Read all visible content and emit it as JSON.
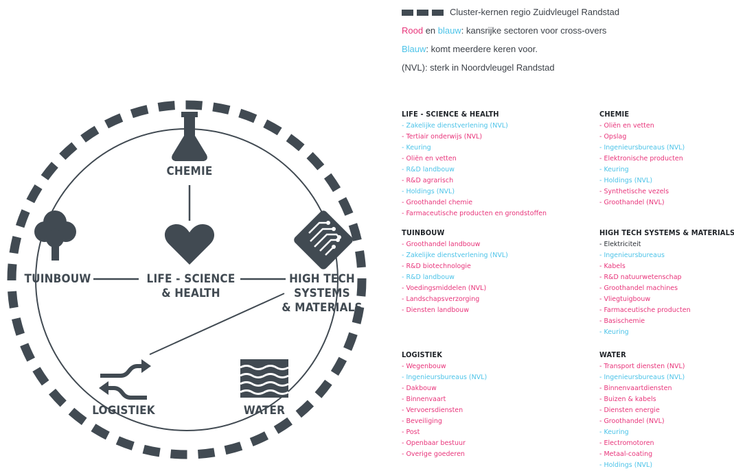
{
  "legend": {
    "dashes_label": "Cluster-kernen regio Zuidvleugel Randstad",
    "line2_red": "Rood",
    "line2_en": " en ",
    "line2_blue": "blauw",
    "line2_rest": ": kansrijke sectoren voor cross-overs",
    "line3_blue": "Blauw",
    "line3_rest": ": komt meerdere keren voor.",
    "line4": "(NVL): sterk in Noordvleugel Randstad"
  },
  "diagram": {
    "nodes": {
      "chemie": "CHEMIE",
      "tuinbouw": "TUINBOUW",
      "center_line1": "LIFE - SCIENCE",
      "center_line2": "& HEALTH",
      "hightech_line1": "HIGH TECH",
      "hightech_line2": "SYSTEMS",
      "hightech_line3": "& MATERIALS",
      "logistiek": "LOGISTIEK",
      "water": "WATER"
    },
    "icons": [
      "flask-icon",
      "heart-icon",
      "tree-icon",
      "circuit-icon",
      "arrows-icon",
      "waves-icon"
    ]
  },
  "colors": {
    "dark": "#414a52",
    "red": "#e8347a",
    "blue": "#4cc3e8"
  },
  "clusters": [
    {
      "key": "life",
      "title": "LIFE - SCIENCE & HEALTH",
      "items": [
        {
          "text": "- Zakelijke dienstverlening (NVL)",
          "color": "blue"
        },
        {
          "text": "- Tertiair onderwijs (NVL)",
          "color": "red"
        },
        {
          "text": "- Keuring",
          "color": "blue"
        },
        {
          "text": "- Oliën en vetten",
          "color": "red"
        },
        {
          "text": "- R&D landbouw",
          "color": "blue"
        },
        {
          "text": "- R&D agrarisch",
          "color": "red"
        },
        {
          "text": "- Holdings (NVL)",
          "color": "blue"
        },
        {
          "text": "- Groothandel chemie",
          "color": "red"
        },
        {
          "text": "- Farmaceutische producten en grondstoffen",
          "color": "red"
        }
      ]
    },
    {
      "key": "chemie",
      "title": "CHEMIE",
      "items": [
        {
          "text": "- Oliën en vetten",
          "color": "red"
        },
        {
          "text": "- Opslag",
          "color": "red"
        },
        {
          "text": "- Ingenieursbureaus (NVL)",
          "color": "blue"
        },
        {
          "text": "- Elektronische producten",
          "color": "red"
        },
        {
          "text": "- Keuring",
          "color": "blue"
        },
        {
          "text": "- Holdings (NVL)",
          "color": "blue"
        },
        {
          "text": "- Synthetische vezels",
          "color": "red"
        },
        {
          "text": "- Groothandel (NVL)",
          "color": "red"
        }
      ]
    },
    {
      "key": "tuinbouw",
      "title": "TUINBOUW",
      "items": [
        {
          "text": "- Groothandel landbouw",
          "color": "red"
        },
        {
          "text": "- Zakelijke dienstverlening (NVL)",
          "color": "blue"
        },
        {
          "text": "- R&D biotechnologie",
          "color": "red"
        },
        {
          "text": "- R&D landbouw",
          "color": "blue"
        },
        {
          "text": "- Voedingsmiddelen (NVL)",
          "color": "red"
        },
        {
          "text": "- Landschapsverzorging",
          "color": "red"
        },
        {
          "text": "- Diensten landbouw",
          "color": "red"
        }
      ]
    },
    {
      "key": "hightech",
      "title": "HIGH TECH SYSTEMS & MATERIALS",
      "items": [
        {
          "text": "- Elektriciteit",
          "color": "dark"
        },
        {
          "text": "- Ingenieursbureaus",
          "color": "blue"
        },
        {
          "text": "- Kabels",
          "color": "red"
        },
        {
          "text": "- R&D natuurwetenschap",
          "color": "red"
        },
        {
          "text": "- Groothandel machines",
          "color": "red"
        },
        {
          "text": "- Vliegtuigbouw",
          "color": "red"
        },
        {
          "text": "- Farmaceutische producten",
          "color": "red"
        },
        {
          "text": "- Basischemie",
          "color": "red"
        },
        {
          "text": "- Keuring",
          "color": "blue"
        }
      ]
    },
    {
      "key": "logistiek",
      "title": "LOGISTIEK",
      "items": [
        {
          "text": "- Wegenbouw",
          "color": "red"
        },
        {
          "text": "- Ingenieursbureaus (NVL)",
          "color": "blue"
        },
        {
          "text": "- Dakbouw",
          "color": "red"
        },
        {
          "text": "- Binnenvaart",
          "color": "red"
        },
        {
          "text": "- Vervoersdiensten",
          "color": "red"
        },
        {
          "text": "- Beveiliging",
          "color": "red"
        },
        {
          "text": "- Post",
          "color": "red"
        },
        {
          "text": "- Openbaar bestuur",
          "color": "red"
        },
        {
          "text": "- Overige goederen",
          "color": "red"
        }
      ]
    },
    {
      "key": "water",
      "title": "WATER",
      "items": [
        {
          "text": "- Transport diensten (NVL)",
          "color": "red"
        },
        {
          "text": "- Ingenieursbureaus (NVL)",
          "color": "blue"
        },
        {
          "text": "- Binnenvaartdiensten",
          "color": "red"
        },
        {
          "text": "- Buizen & kabels",
          "color": "red"
        },
        {
          "text": "- Diensten energie",
          "color": "red"
        },
        {
          "text": "- Groothandel (NVL)",
          "color": "red"
        },
        {
          "text": "- Keuring",
          "color": "blue"
        },
        {
          "text": "- Electromotoren",
          "color": "red"
        },
        {
          "text": "- Metaal-coating",
          "color": "red"
        },
        {
          "text": "- Holdings (NVL)",
          "color": "blue"
        }
      ]
    }
  ]
}
